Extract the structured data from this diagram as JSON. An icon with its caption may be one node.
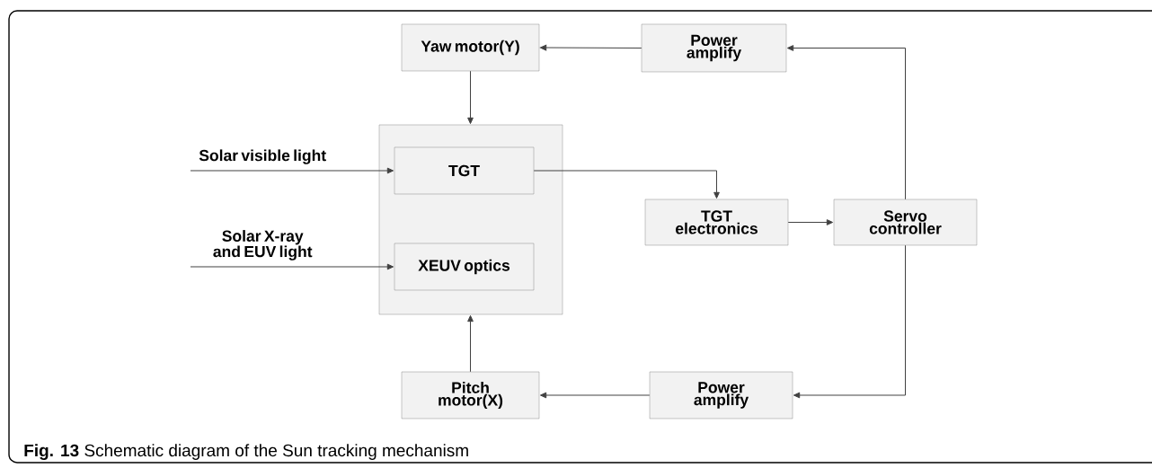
{
  "diagram": {
    "caption": "**Fig. 13** Schematic diagram of the Sun tracking mechanism",
    "nodes": [
      {
        "text": [
          "Yaw motor(Y)"
        ]
      },
      {
        "text": [
          "Power amplify"
        ]
      },
      {
        "text": [],
        "shape": "box"
      },
      {
        "text": [
          "TGT"
        ],
        "in": 2
      },
      {
        "text": [
          "XEUV optics"
        ],
        "in": 2
      },
      {
        "text": [
          "TGT electronics"
        ]
      },
      {
        "text": [
          "Servo controller"
        ]
      },
      {
        "text": [
          "Solar visible light"
        ]
      },
      {
        "text": [
          "Solar X-ray and EUV light"
        ]
      },
      {
        "text": [
          "Power amplify"
        ]
      },
      {
        "text": [
          "Pitch motor(X)"
        ]
      }
    ],
    "edges": [
      {
        "from": 1,
        "to": 0,
        "arrow": "to"
      },
      {
        "from": 0,
        "to": 2,
        "arrow": "to"
      },
      {
        "from": 7,
        "to": 3,
        "arrow": "to"
      },
      {
        "from": 8,
        "to": 4,
        "arrow": "to"
      },
      {
        "from": 3,
        "to": 5,
        "arrow": "to"
      },
      {
        "from": 5,
        "to": 6,
        "arrow": "to"
      },
      {
        "from": 6,
        "to": 1,
        "arrow": "to"
      },
      {
        "from": 6,
        "to": 9,
        "arrow": "to"
      },
      {
        "from": 9,
        "to": 10,
        "arrow": "to"
      },
      {
        "from": 10,
        "to": 2,
        "arrow": "to"
      }
    ]
  }
}
